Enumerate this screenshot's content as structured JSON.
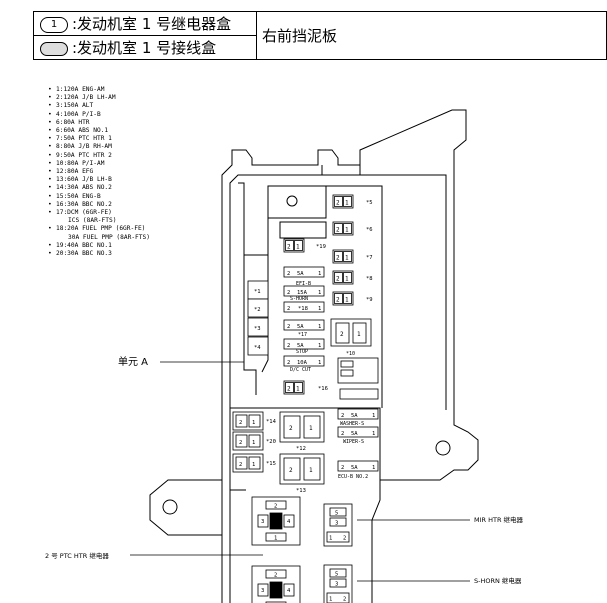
{
  "header": {
    "row1_symbol": "1",
    "row1_text": ":发动机室 1 号继电器盒",
    "row2_text": ":发动机室 1 号接线盒",
    "location": "右前挡泥板"
  },
  "legend": [
    {
      "text": "1:120A ENG-AM"
    },
    {
      "text": "2:120A J/B LH-AM"
    },
    {
      "text": "3:150A ALT"
    },
    {
      "text": "4:100A P/I-B"
    },
    {
      "text": "6:80A HTR"
    },
    {
      "text": "6:60A ABS NO.1"
    },
    {
      "text": "7:50A PTC HTR 1"
    },
    {
      "text": "8:80A J/B RH-AM"
    },
    {
      "text": "9:50A PTC HTR 2"
    },
    {
      "text": "10:80A P/I-AM"
    },
    {
      "text": "12:80A EFG"
    },
    {
      "text": "13:60A J/B LH-B"
    },
    {
      "text": "14:30A ABS NO.2"
    },
    {
      "text": "15:50A ENG-B"
    },
    {
      "text": "16:30A BBC NO.2"
    },
    {
      "text": "17:DCM (6GR-FE)",
      "sub": "ICS (8AR-FTS)"
    },
    {
      "text": "18:20A FUEL PMP (6GR-FE)",
      "sub": "30A FUEL PMP (8AR-FTS)"
    },
    {
      "text": "19:40A BBC NO.1"
    },
    {
      "text": "20:30A BBC NO.3"
    }
  ],
  "callouts": {
    "unit_a": "单元 A",
    "ptc_htr_relay": "2 号 PTC HTR 继电器",
    "mir_htr_relay": "MIR HTR 继电器",
    "s_horn_relay": "S-HORN 继电器"
  },
  "labels": {
    "n1": "*1",
    "n2": "*2",
    "n3": "*3",
    "n4": "*4",
    "n5": "*5",
    "n6": "*6",
    "n7": "*7",
    "n8": "*8",
    "n9": "*9",
    "n10": "*10",
    "n12": "*12",
    "n13": "*13",
    "n14": "*14",
    "n15": "*15",
    "n16": "*16",
    "n17": "*17",
    "n18": "*18",
    "n19": "*19",
    "n20": "*20",
    "efi_b": "EFI-B",
    "s_horn": "S-HORN",
    "stop": "STOP",
    "dc_cut": "D/C CUT",
    "washer_s": "WASHER-S",
    "wiper_s": "WIPER-S",
    "ecu_b2": "ECU-B NO.2",
    "f5a": "5A",
    "f15a": "15A",
    "f10a": "10A",
    "p1": "1",
    "p2": "2",
    "p3": "3",
    "p4": "4",
    "p5": "5"
  }
}
